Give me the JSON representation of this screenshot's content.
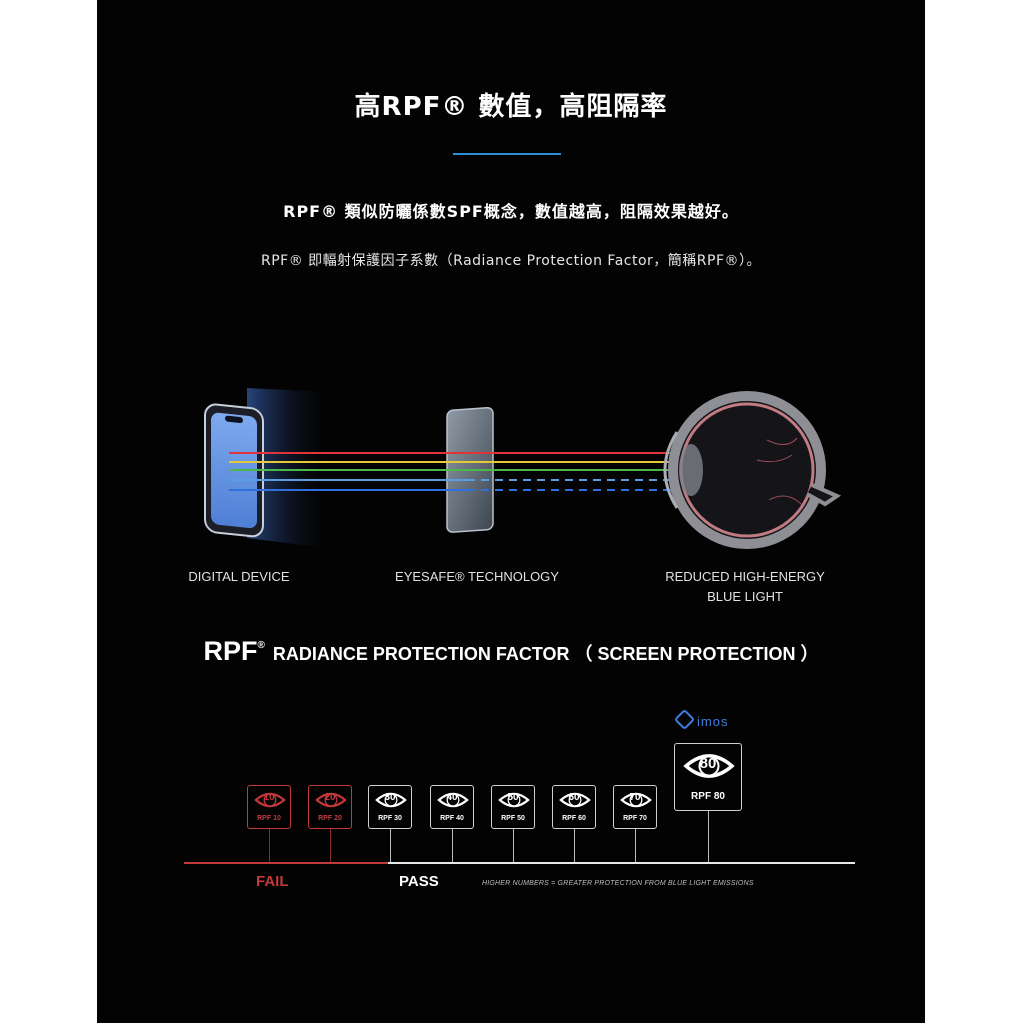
{
  "title": "高RPF® 數值，高阻隔率",
  "subtitle": "RPF® 類似防曬係數SPF概念，數值越高，阻隔效果越好。",
  "description": "RPF® 即輻射保護因子系數（Radiance Protection Factor，簡稱RPF®）。",
  "diagram": {
    "captions": {
      "device": "DIGITAL DEVICE",
      "filter": "EYESAFE® TECHNOLOGY",
      "eye_line1": "REDUCED HIGH-ENERGY",
      "eye_line2": "BLUE LIGHT"
    },
    "beam_colors": [
      "#e0333a",
      "#e6c93a",
      "#4db84a",
      "#5a9ee0",
      "#2f6fe0"
    ]
  },
  "rpf_heading": {
    "big": "RPF",
    "sup": "®",
    "rest": "RADIANCE PROTECTION FACTOR （ SCREEN PROTECTION ）"
  },
  "scale": {
    "badges": [
      {
        "value": "10",
        "label": "RPF 10",
        "status": "fail"
      },
      {
        "value": "20",
        "label": "RPF 20",
        "status": "fail"
      },
      {
        "value": "30",
        "label": "RPF 30",
        "status": "pass"
      },
      {
        "value": "40",
        "label": "RPF 40",
        "status": "pass"
      },
      {
        "value": "50",
        "label": "RPF 50",
        "status": "pass"
      },
      {
        "value": "60",
        "label": "RPF 60",
        "status": "pass"
      },
      {
        "value": "70",
        "label": "RPF 70",
        "status": "pass"
      },
      {
        "value": "80",
        "label": "RPF 80",
        "status": "pass"
      }
    ],
    "fail_label": "FAIL",
    "pass_label": "PASS",
    "note": "HIGHER NUMBERS = GREATER PROTECTION FROM BLUE LIGHT EMISSIONS",
    "brand": "imos",
    "colors": {
      "fail": "#c0393b",
      "pass": "#ffffff"
    }
  }
}
